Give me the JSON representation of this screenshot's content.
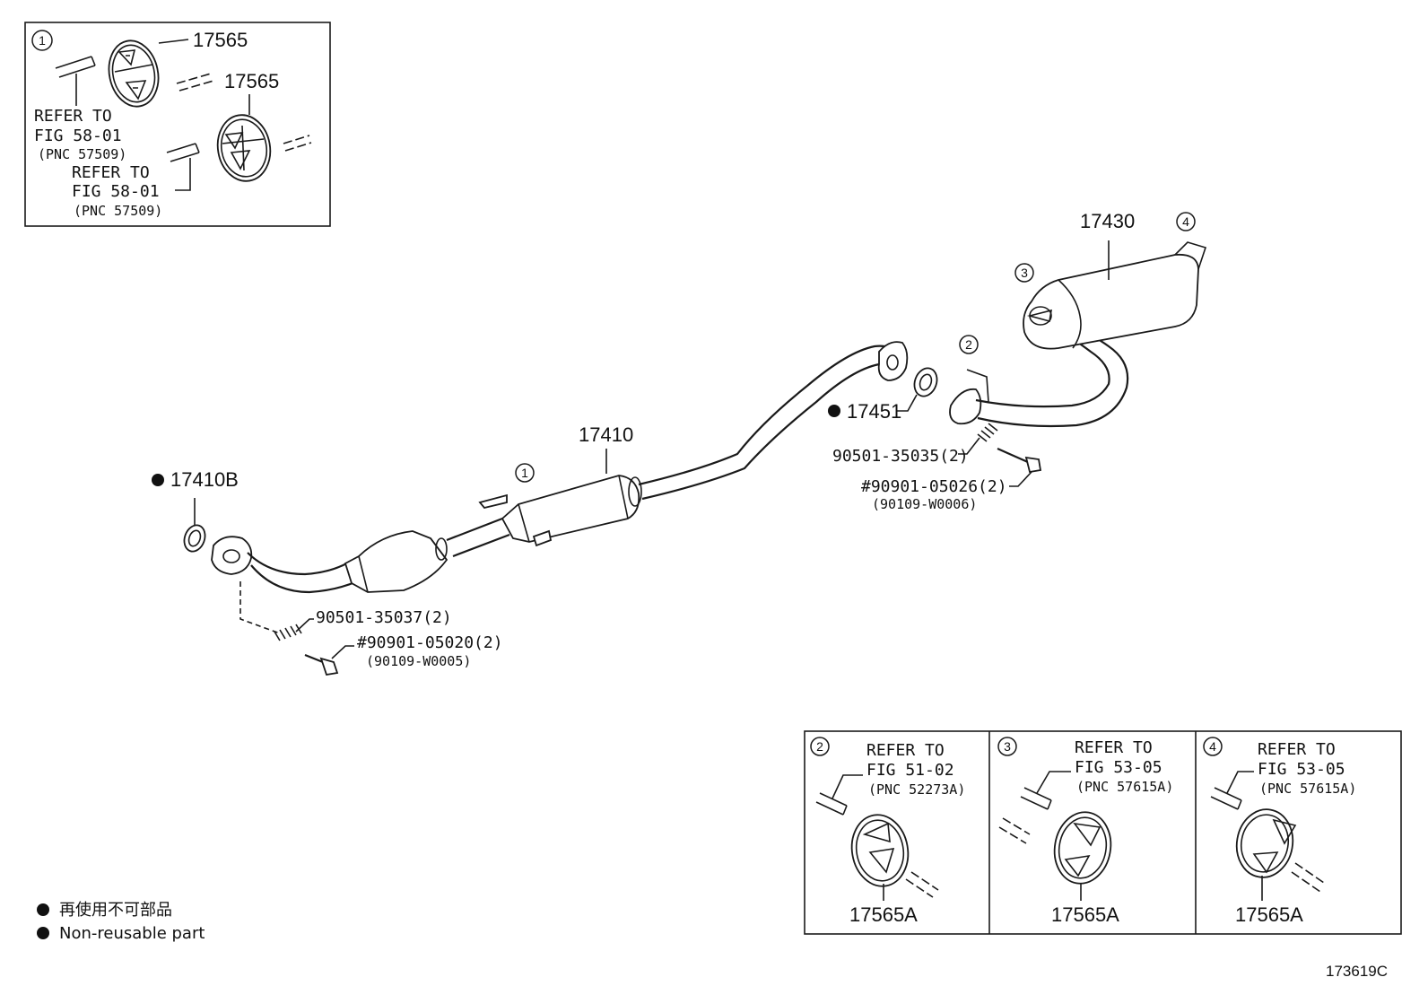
{
  "callouts": {
    "c1": "1",
    "c2": "2",
    "c3": "3",
    "c4": "4"
  },
  "inset_top": {
    "part_a": "17565",
    "part_b": "17565",
    "ref1_line1": "REFER TO",
    "ref1_line2": "FIG 58-01",
    "ref1_line3": "(PNC 57509)",
    "ref2_line1": "REFER TO",
    "ref2_line2": "FIG 58-01",
    "ref2_line3": "(PNC 57509)"
  },
  "main": {
    "p17410": "17410",
    "p17410b": "17410B",
    "p17430": "17430",
    "p17451": "17451",
    "p90501_35037": "90501-35037(2)",
    "p90901_05020": "#90901-05020(2)",
    "p90109_w0005": "(90109-W0005)",
    "p90501_35035": "90501-35035(2)",
    "p90901_05026": "#90901-05026(2)",
    "p90109_w0006": "(90109-W0006)"
  },
  "bottom_insets": [
    {
      "num": "2",
      "ref1": "REFER TO",
      "ref2": "FIG 51-02",
      "ref3": "(PNC 52273A)",
      "part": "17565A"
    },
    {
      "num": "3",
      "ref1": "REFER TO",
      "ref2": "FIG 53-05",
      "ref3": "(PNC 57615A)",
      "part": "17565A"
    },
    {
      "num": "4",
      "ref1": "REFER TO",
      "ref2": "FIG 53-05",
      "ref3": "(PNC 57615A)",
      "part": "17565A"
    }
  ],
  "legend": {
    "line_jp": "再使用不可部品",
    "line_en": "Non-reusable part"
  },
  "figure_code": "173619C"
}
